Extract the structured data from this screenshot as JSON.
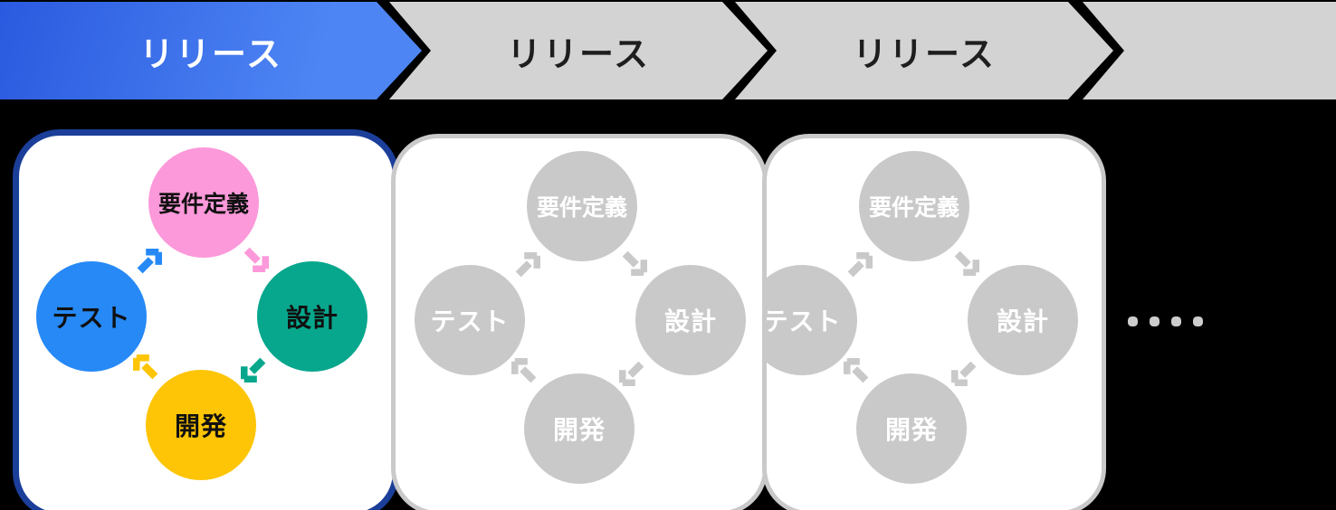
{
  "iterations": [
    {
      "title": "リリース",
      "state": "active"
    },
    {
      "title": "リリース",
      "state": "inactive"
    },
    {
      "title": "リリース",
      "state": "inactive"
    },
    {
      "title": "",
      "state": "inactive"
    }
  ],
  "cycle": {
    "stages": [
      {
        "id": "requirements",
        "label": "要件定義",
        "color": "#fc99da"
      },
      {
        "id": "design",
        "label": "設計",
        "color": "#07a78d"
      },
      {
        "id": "development",
        "label": "開発",
        "color": "#fdc506"
      },
      {
        "id": "test",
        "label": "テスト",
        "color": "#2689f6"
      }
    ],
    "order": [
      "要件定義",
      "設計",
      "開発",
      "テスト"
    ]
  },
  "colors": {
    "background": "#000000",
    "active_banner_gradient_start": "#2a5adf",
    "active_banner_gradient_end": "#4d85f4",
    "active_banner_text": "#ffffff",
    "inactive_banner_bg": "#d3d3d3",
    "inactive_banner_text": "#1e1e1e",
    "active_box_border": "#1b3e99",
    "inactive_gray": "#c9c9c9",
    "box_bg": "#ffffff",
    "active_circle_text": "#101010",
    "inactive_circle_text": "#ffffff",
    "dots": "#cdcdcd"
  },
  "continuation": {
    "dot_count": 4
  }
}
